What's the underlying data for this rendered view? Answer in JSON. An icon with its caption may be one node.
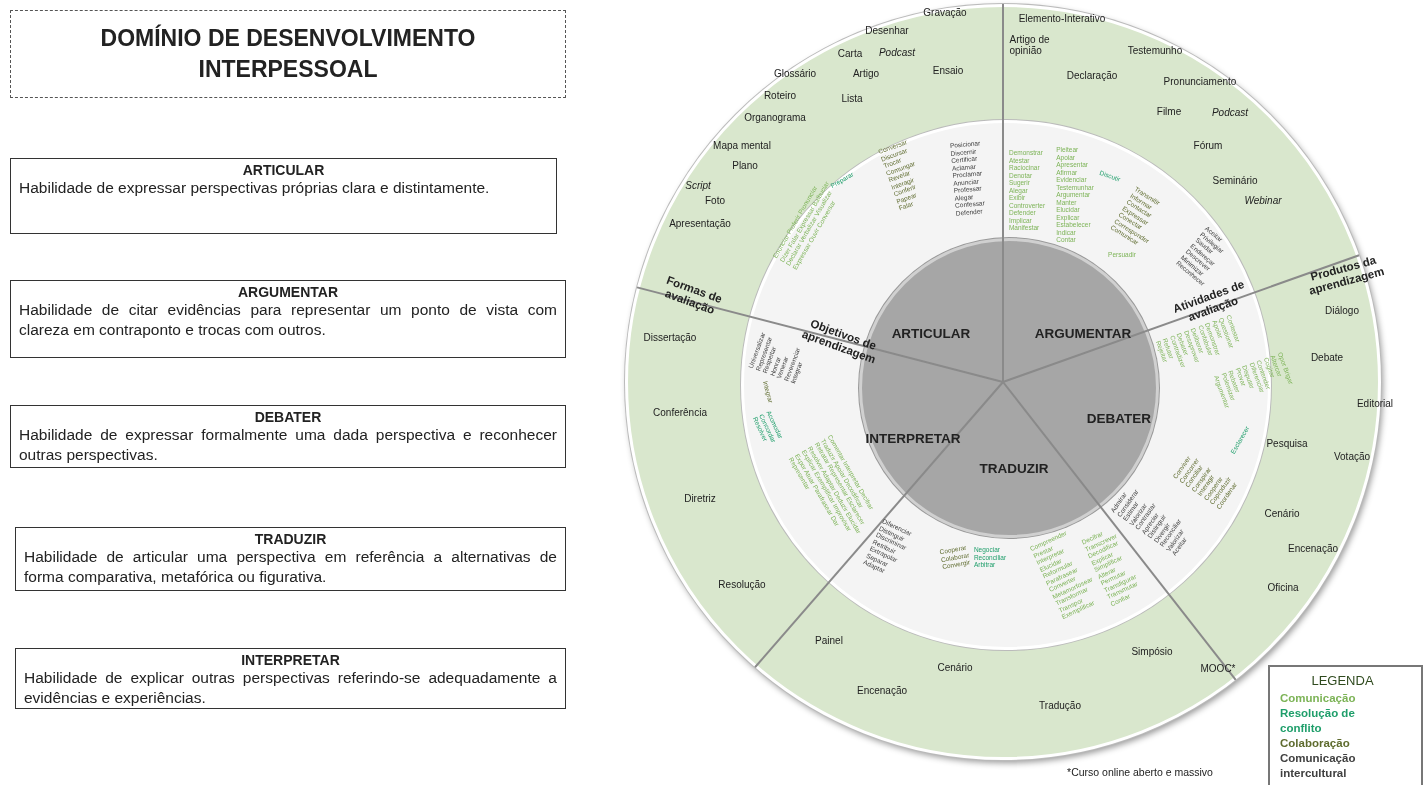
{
  "diagram": {
    "nodes": [
      {
        "text": [
          "DOMÍNIO DE DESENVOLVIMENTO INTERPESSOAL"
        ]
      },
      {
        "text": [
          "ARTICULAR",
          "Habilidade de expressar perspectivas próprias clara e distintamente."
        ]
      },
      {
        "text": [
          "ARGUMENTAR",
          "Habilidade de citar evidências para representar um ponto de vista com clareza em contraponto e trocas com outros."
        ]
      },
      {
        "text": [
          "DEBATER",
          "Habilidade de expressar formalmente uma dada perspectiva e reconhecer outras perspectivas."
        ]
      },
      {
        "text": [
          "TRADUZIR",
          "Habilidade de articular uma perspectiva em referência a alternativas de forma comparativa, metafórica ou figurativa."
        ]
      },
      {
        "text": [
          "INTERPRETAR",
          "Habilidade de explicar outras perspectivas referindo-se adequadamente a evidências e experiências."
        ]
      },
      {
        "text": [
          "Formas de avaliação",
          "Produtos da aprendizagem"
        ]
      },
      {
        "text": [
          "Objetivos de aprendizagem",
          "Atividades de avaliação"
        ],
        "in": 6
      },
      {
        "text": [
          "ARTICULAR",
          "ARGUMENTAR",
          "DEBATER",
          "TRADUZIR",
          "INTERPRETAR"
        ],
        "in": 7
      }
    ],
    "labels": [
      "Gravação",
      "Desenhar",
      "Carta",
      "Podcast",
      "Ensaio",
      "Glossário",
      "Artigo",
      "Roteiro",
      "Lista",
      "Organograma",
      "Mapa mental",
      "Plano",
      "Script",
      "Foto",
      "Apresentação",
      "Elemento-Interativo",
      "Artigo de opinião",
      "Testemunho",
      "Declaração",
      "Pronunciamento",
      "Filme",
      "Podcast",
      "Fórum",
      "Seminário",
      "Webinar",
      "Diálogo",
      "Debate",
      "Editorial",
      "Pesquisa",
      "Votação",
      "Cenário",
      "Encenação",
      "Oficina",
      "Simpósio",
      "MOOC*",
      "Tradução",
      "Cenário",
      "Encenação",
      "Painel",
      "Dissertação",
      "Conferência",
      "Diretriz",
      "Resolução",
      "Posicionar Discernir Certificar Aclamar Proclamar Anunciar Professar Alegar Confessar Defender",
      "Conversar Discursar Trocar Comungar Revelar Interagir Conferir Papear Falar",
      "Preparar",
      "Enunciar Proferir Pronunciar Dizer Falar Expressar Balbuciar Declarar Verbalizar Visualizar Expressar Ouvir Conversar",
      "Demonstrar Atestar Raciocinar Denotar Sugerir Alegar Exibir Controverter Defender Implicar Manifestar",
      "Pleitear Apoiar Apresentar Afirmar Evidenciar Testemunhar Argumentar Manter Elucidar Explicar Estabelecer Indicar Contar",
      "Persuadir",
      "Discutir",
      "Transmitir Informar Contactar Expressar Conectar Corresponder Comunicar",
      "Aceitar Privilegiar Saudar Endereçar Descrever Minimizar Reconhecer",
      "Contestar Questionar Apoiar Demonstrar Confabular Deliberar Desaprovar Debater Contradizer Refutar Rejeitar",
      "Opor Brigar Altercar Cogitar Contender Diferenciar Disputar Provar Rebater Polemizar Argumentar",
      "Esclarecer",
      "Conviver Concorrer Conciliar Conspirar Interagir Cooperar Coproduzir Coordenar",
      "Admirar Considerar Estimar Valorizar Contrastar Apreciar Distinguir Divergir Reconciliar Valorizar Aceitar",
      "Compreender Prestar Interpretar Elucidar Reformular Parafrasear Converter Metamorfosear Transformar Transpor Exemplificar",
      "Decifrar Transcrever Decodificar Explicar Simplificar Alterar Permutar Transfigurar Transmutar Confiar",
      "Negociar Reconciliar Arbitrar",
      "Cooperar Colaborar Convergir",
      "Diferenciar Distinguir Discriminar Retribuir Extrapolar Separar Adaptar",
      "Universalizar Representar Respeitar Honrar Venerar Reverenciar Integrar",
      "Integrar",
      "Acomodar Concordar Resolver",
      "Comentar Interpretar Decifrar Traduzir Apoiar Decodificar Retratar Representar Esclarecer Resolver Adaptar Deduzir Elucidar Explicar Exemplificar Improvisar Expor Atuar Parafrasear Dar Representar",
      "LEGENDA",
      "*Curso online aberto e massivo"
    ],
    "legend": [
      {
        "text": "Comunicação",
        "color": "#7cb356"
      },
      {
        "text": "Resolução de conflito",
        "color": "#1e9e6a"
      },
      {
        "text": "Colaboração",
        "color": "#5e6b2e"
      },
      {
        "text": "Comunicação intercultural",
        "color": "#404040"
      }
    ]
  }
}
